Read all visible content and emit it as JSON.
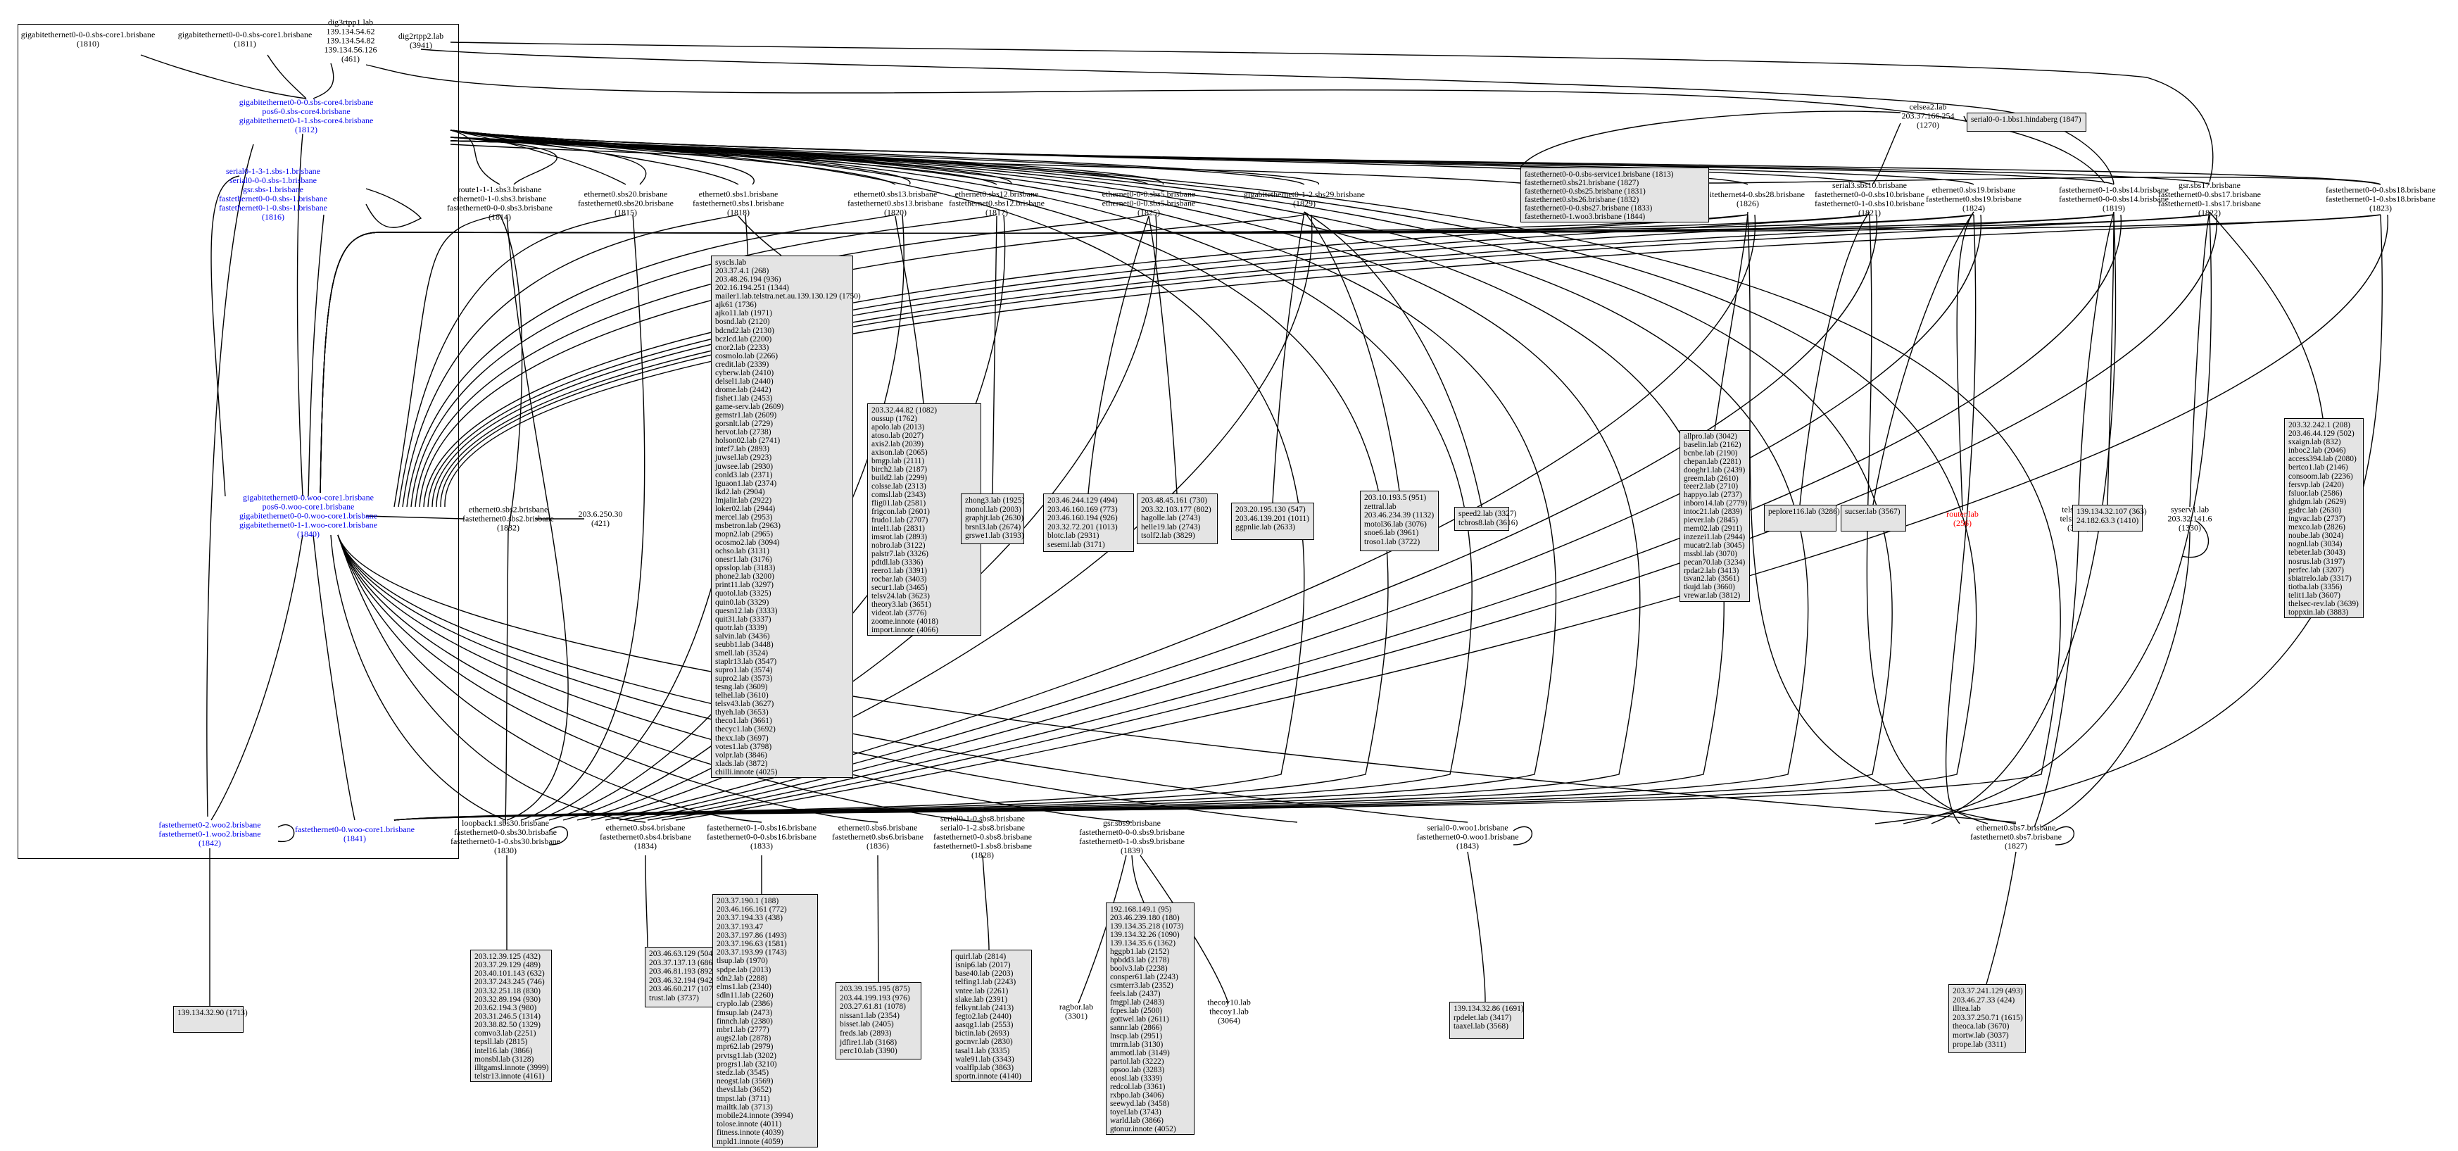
{
  "graph": {
    "host_nodes": {
      "n1810": [
        "gigabitethernet0-0-0.sbs-core1.brisbane",
        "(1810)"
      ],
      "n1811": [
        "gigabitethernet0-0-0.sbs-core1.brisbane",
        "(1811)"
      ],
      "n461": [
        "dig3rtpp1.lab",
        "139.134.54.62",
        "139.134.54.82",
        "139.134.56.126",
        "(461)"
      ],
      "n3941": [
        "dig2rtpp2.lab",
        "(3941)"
      ],
      "n1812": [
        "gigabitethernet0-0-0.sbs-core4.brisbane",
        "pos6-0.sbs-core4.brisbane",
        "gigabitethernet0-1-1.sbs-core4.brisbane",
        "(1812)"
      ],
      "n1816": [
        "serial0-1-3-1.sbs-1.brisbane",
        "serial0-0-0.sbs-1.brisbane",
        "gsr.sbs-1.brisbane",
        "fastethernet0-0-0.sbs-1.brisbane",
        "fastethernet0-1-0.sbs-1.brisbane",
        "(1816)"
      ],
      "n1814": [
        "route1-1-1.sbs3.brisbane",
        "ethernet0-1-0.sbs3.brisbane",
        "fastethernet0-0-0.sbs3.brisbane",
        "(1814)"
      ],
      "n1815": [
        "ethernet0.sbs20.brisbane",
        "fastethernet0.sbs20.brisbane",
        "(1815)"
      ],
      "n1818": [
        "ethernet0.sbs1.brisbane",
        "fastethernet0.sbs1.brisbane",
        "(1818)"
      ],
      "n1820": [
        "ethernet0.sbs13.brisbane",
        "fastethernet0.sbs13.brisbane",
        "(1820)"
      ],
      "n1817": [
        "ethernet0.sbs12.brisbane",
        "fastethernet0.sbs12.brisbane",
        "(1817)"
      ],
      "n1825": [
        "ethernet0-0-0.sbs5.brisbane",
        "ethernet0-0-0.sbs5.brisbane",
        "(1825)"
      ],
      "n1829": [
        "gigabitethernet0-1-2.sbs29.brisbane",
        "(1829)"
      ],
      "n1826": [
        "gigabitethernet4-0.sbs28.brisbane",
        "(1826)"
      ],
      "n1821": [
        "serial3.sbs10.brisbane",
        "fastethernet0-0-0.sbs10.brisbane",
        "fastethernet0-1-0.sbs10.brisbane",
        "(1821)"
      ],
      "n1824": [
        "ethernet0.sbs19.brisbane",
        "fastethernet0.sbs19.brisbane",
        "(1824)"
      ],
      "n1819": [
        "fastethernet0-1-0.sbs14.brisbane",
        "fastethernet0-0-0.sbs14.brisbane",
        "(1819)"
      ],
      "n1822": [
        "gsr.sbs17.brisbane",
        "fastethernet0-0.sbs17.brisbane",
        "fastethernet0-1.sbs17.brisbane",
        "(1822)"
      ],
      "n1823": [
        "fastethernet0-0-0.sbs18.brisbane",
        "fastethernet0-1-0.sbs18.brisbane",
        "(1823)"
      ],
      "n1270": [
        "celsea2.lab",
        "203.37.166.254",
        "(1270)"
      ],
      "n1840": [
        "gigabitethernet0-0.woo-core1.brisbane",
        "pos6-0.woo-core1.brisbane",
        "gigabitethernet0-0-0.woo-core1.brisbane",
        "gigabitethernet0-1-1.woo-core1.brisbane",
        "(1840)"
      ],
      "n1832": [
        "ethernet0.sbs2.brisbane",
        "fastethernet0.sbs2.brisbane",
        "(1832)"
      ],
      "n421": [
        "203.6.250.30",
        "(421)"
      ],
      "n1842": [
        "fastethernet0-2.woo2.brisbane",
        "fastethernet0-1.woo2.brisbane",
        "(1842)"
      ],
      "n1841": [
        "fastethernet0-0.woo-core1.brisbane",
        "(1841)"
      ],
      "n1830": [
        "loopback1.sbs30.brisbane",
        "fastethernet0-0.sbs30.brisbane",
        "fastethernet0-1-0.sbs30.brisbane",
        "(1830)"
      ],
      "n1834": [
        "ethernet0.sbs4.brisbane",
        "fastethernet0.sbs4.brisbane",
        "(1834)"
      ],
      "n1833": [
        "fastethernet0-1-0.sbs16.brisbane",
        "fastethernet0-0-0.sbs16.brisbane",
        "(1833)"
      ],
      "n1836": [
        "ethernet0.sbs6.brisbane",
        "fastethernet0.sbs6.brisbane",
        "(1836)"
      ],
      "n1828": [
        "serial0-1-0.sbs8.brisbane",
        "serial0-1-2.sbs8.brisbane",
        "fastethernet0-0.sbs8.brisbane",
        "fastethernet0-1.sbs8.brisbane",
        "(1828)"
      ],
      "n1839": [
        "gsr.sbs9.brisbane",
        "fastethernet0-0-0.sbs9.brisbane",
        "fastethernet0-1-0.sbs9.brisbane",
        "(1839)"
      ],
      "n1843": [
        "serial0-0.woo1.brisbane",
        "fastethernet0-0.woo1.brisbane",
        "(1843)"
      ],
      "n1827": [
        "ethernet0.sbs7.brisbane",
        "fastethernet0.sbs7.brisbane",
        "(1827)"
      ],
      "n3301": [
        "ragbor.lab",
        "(3301)"
      ],
      "n3064": [
        "thecoy10.lab",
        "thecoy1.lab",
        "(3064)"
      ],
      "n256": [
        "router.lab",
        "(256)"
      ],
      "n3613": [
        "telstr0.lab",
        "telstra0.lab",
        "(3613)"
      ],
      "n1330": [
        "syserv1.lab",
        "203.32.141.6",
        "(1330)"
      ]
    },
    "boxes": {
      "b1847": [
        "serial0-0-1.bbs1.hindaberg (1847)"
      ],
      "b1813": [
        "fastethernet0-0-0.sbs-service1.brisbane (1813)",
        "fastethernet0.sbs21.brisbane (1827)",
        "fastethernet0-0.sbs25.brisbane (1831)",
        "fastethernet0.sbs26.brisbane (1832)",
        "fastethernet0-0-0.sbs27.brisbane (1833)",
        "fastethernet0-1.woo3.brisbane (1844)"
      ],
      "bbig": [
        "syscls.lab",
        "203.37.4.1 (268)",
        "203.48.26.194 (936)",
        "202.16.194.251 (1344)",
        "mailer1.lab.telstra.net.au.139.130.129 (1750)",
        "ajk61 (1736)",
        "ajko11.lab (1971)",
        "bosnd.lab (2120)",
        "bdcnd2.lab (2130)",
        "bczlcd.lab (2200)",
        "cnor2.lab (2233)",
        "cosmolo.lab (2266)",
        "credit.lab (2339)",
        "cyberw.lab (2410)",
        "delsel1.lab (2440)",
        "drome.lab (2442)",
        "fishet1.lab (2453)",
        "game-serv.lab (2609)",
        "gemstr1.lab (2609)",
        "gorsnlt.lab (2729)",
        "hervot.lab (2738)",
        "holson02.lab (2741)",
        "intef7.lab (2893)",
        "juwsel.lab (2923)",
        "juwsee.lab (2930)",
        "conld3.lab (2371)",
        "lguaon1.lab (2374)",
        "lkd2.lab (2904)",
        "lmjalir.lab (2922)",
        "loker02.lab (2944)",
        "mercel.lab (2953)",
        "msbetron.lab (2963)",
        "mopn2.lab (2965)",
        "ocosmo2.lab (3094)",
        "ochso.lab (3131)",
        "onesr1.lab (3176)",
        "opsslop.lab (3183)",
        "phone2.lab (3200)",
        "print11.lab (3297)",
        "quotol.lab (3325)",
        "quin0.lab (3329)",
        "quesn12.lab (3333)",
        "quit31.lab (3337)",
        "quotr.lab (3339)",
        "salvin.lab (3436)",
        "seubb1.lab (3448)",
        "smell.lab (3524)",
        "staplr13.lab (3547)",
        "supro1.lab (3574)",
        "supro2.lab (3573)",
        "tesng.lab (3609)",
        "telhel.lab (3610)",
        "telsv43.lab (3627)",
        "thyeh.lab (3653)",
        "theco1.lab (3661)",
        "thecyc1.lab (3692)",
        "thexx.lab (3697)",
        "votes1.lab (3798)",
        "volpr.lab (3846)",
        "xlads.lab (3872)",
        "chilli.innote (4025)"
      ],
      "b2": [
        "203.32.44.82 (1082)",
        "oussup (1762)",
        "apolo.lab (2013)",
        "atoso.lab (2027)",
        "axis2.lab (2039)",
        "axison.lab (2065)",
        "bmgp.lab (2111)",
        "birch2.lab (2187)",
        "build2.lab (2299)",
        "colsse.lab (2313)",
        "comsl.lab (2343)",
        "flig01.lab (2581)",
        "frigcon.lab (2601)",
        "frudo1.lab (2707)",
        "intel1.lab (2831)",
        "imsrot.lab (2893)",
        "nobro.lab (3122)",
        "palstr7.lab (3326)",
        "pdtdl.lab (3336)",
        "reero1.lab (3391)",
        "rocbar.lab (3403)",
        "secur1.lab (3465)",
        "telsv24.lab (3623)",
        "theory3.lab (3651)",
        "videot.lab (3776)",
        "zoome.innote (4018)",
        "import.innote (4066)"
      ],
      "b3": [
        "zhong3.lab (1925)",
        "monol.lab (2003)",
        "graphjt.lab (2630)",
        "brsnl3.lab (2674)",
        "grswe1.lab (3193)"
      ],
      "b4": [
        "203.46.244.129 (494)",
        "203.46.160.169 (773)",
        "203.46.160.194 (926)",
        "203.32.72.201 (1013)",
        "blotc.lab (2931)",
        "sesemi.lab (3171)"
      ],
      "b5": [
        "203.48.45.161 (730)",
        "203.32.103.177 (802)",
        "hagolle.lab (2743)",
        "helle19.lab (2743)",
        "tsolf2.lab (3829)"
      ],
      "b6": [
        "203.20.195.130 (547)",
        "203.46.139.201 (1011)",
        "ggpnlie.lab (2633)"
      ],
      "b7": [
        "203.10.193.5 (951)",
        "zettral.lab",
        "203.46.234.39 (1132)",
        "motol36.lab (3076)",
        "snoe6.lab (3961)",
        "troso1.lab (3722)"
      ],
      "b8": [
        "speed2.lab (3327)",
        "tcbros8.lab (3616)"
      ],
      "b9": [
        "allpro.lab (3042)",
        "baselin.lab (2162)",
        "bcnbe.lab (2190)",
        "chepan.lab (2281)",
        "dooghr1.lab (2439)",
        "greem.lab (2610)",
        "teeer2.lab (2710)",
        "happyo.lab (2737)",
        "inboro14.lab (2779)",
        "intoc21.lab (2839)",
        "piever.lab (2845)",
        "mem02.lab (2911)",
        "inzezei1.lab (2944)",
        "mucatr2.lab (3045)",
        "mssbl.lab (3070)",
        "pecan70.lab (3234)",
        "rpdat2.lab (3413)",
        "tsvan2.lab (3561)",
        "tkujd.lab (3660)",
        "vrewar.lab (3812)"
      ],
      "b10": [
        "peplore116.lab (3286)"
      ],
      "b11": [
        "sucser.lab (3567)"
      ],
      "b12": [
        "139.134.32.107 (363)",
        "24.182.63.3 (1410)"
      ],
      "b13": [
        "203.32.242.1 (208)",
        "203.46.44.129 (502)",
        "sxaign.lab (832)",
        "inboc2.lab (2046)",
        "access394.lab (2080)",
        "bertco1.lab (2146)",
        "consoom.lab (2236)",
        "fersvp.lab (2420)",
        "fsluor.lab (2586)",
        "ghdgm.lab (2629)",
        "gsdrc.lab (2630)",
        "ingvac.lab (2737)",
        "mexco.lab (2826)",
        "noube.lab (3024)",
        "nognl.lab (3034)",
        "tebeter.lab (3043)",
        "nosrus.lab (3197)",
        "perfec.lab (3207)",
        "sbiatrelo.lab (3317)",
        "tiotba.lab (3356)",
        "telit1.lab (3607)",
        "thelsec-rev.lab (3639)",
        "toppxin.lab (3883)"
      ],
      "b14": [
        "139.134.32.90 (1713)"
      ],
      "b15": [
        "203.12.39.125 (432)",
        "203.37.29.129 (489)",
        "203.40.101.143 (632)",
        "203.37.243.245 (746)",
        "203.32.251.18 (830)",
        "203.32.89.194 (930)",
        "203.62.194.3 (980)",
        "203.31.246.5 (1314)",
        "203.38.82.50 (1329)",
        "comvo3.lab (2251)",
        "tepsll.lab (2815)",
        "intel16.lab (3866)",
        "monsbl.lab (3128)",
        "illtgamsl.innote (3999)",
        "telstr13.innote (4161)"
      ],
      "b16": [
        "203.46.63.129 (504)",
        "203.37.137.13 (686)",
        "203.46.81.193 (892)",
        "203.46.32.194 (942)",
        "203.46.60.217 (1071)",
        "trust.lab (3737)"
      ],
      "b17": [
        "203.37.190.1 (188)",
        "203.46.166.161 (772)",
        "203.37.194.33 (438)",
        "203.37.193.47",
        "203.37.197.86 (1493)",
        "203.37.196.63 (1581)",
        "203.37.193.99 (1743)",
        "tlsup.lab (1970)",
        "spdpe.lab (2013)",
        "sdn2.lab (2288)",
        "elms1.lab (2340)",
        "sdln11.lab (2260)",
        "cryplo.lab (2386)",
        "fmsup.lab (2473)",
        "finnch.lab (2380)",
        "mbr1.lab (2777)",
        "augs2.lab (2878)",
        "mpr62.lab (2979)",
        "prvtsg1.lab (3202)",
        "progrs1.lab (3210)",
        "stedz.lab (3545)",
        "neogst.lab (3569)",
        "thevsl.lab (3652)",
        "tmpst.lab (3711)",
        "mailtk.lab (3713)",
        "mobile24.innote (3994)",
        "tolose.innote (4011)",
        "fitness.innote (4039)",
        "mpld1.innote (4059)"
      ],
      "b18": [
        "203.39.195.195 (875)",
        "203.44.199.193 (976)",
        "203.27.61.81 (1078)",
        "nissan1.lab (2354)",
        "bisset.lab (2405)",
        "freds.lab (2893)",
        "jdfire1.lab (3168)",
        "perc10.lab (3390)"
      ],
      "b19": [
        "quirl.lab (2814)",
        "isnip6.lab (2017)",
        "base40.lab (2203)",
        "telfing1.lab (2243)",
        "vntee.lab (2261)",
        "slake.lab (2391)",
        "felkynt.lab (2413)",
        "fegto2.lab (2440)",
        "aasqg1.lab (2553)",
        "bictin.lab (2693)",
        "gocnvr.lab (2830)",
        "tasal1.lab (3335)",
        "wale91.lab (3343)",
        "voalflp.lab (3863)",
        "sportn.innote (4140)"
      ],
      "b20": [
        "192.168.149.1 (95)",
        "203.46.239.180 (180)",
        "139.134.35.218 (1073)",
        "139.134.32.26 (1090)",
        "139.134.35.6 (1362)",
        "hggpb1.lab (2152)",
        "hpbdd3.lab (2178)",
        "boolv3.lab (2238)",
        "consper61.lab (2243)",
        "csmterr3.lab (2352)",
        "feels.lab (2437)",
        "fmgpl.lab (2483)",
        "fcpes.lab (2500)",
        "gottwel.lab (2611)",
        "sannr.lab (2866)",
        "lnscp.lab (2951)",
        "tmrrn.lab (3130)",
        "ammotl.lab (3149)",
        "partol.lab (3222)",
        "opsoo.lab (3283)",
        "eoosl.lab (3339)",
        "redcol.lab (3361)",
        "rxbpo.lab (3406)",
        "seewyd.lab (3458)",
        "toyel.lab (3743)",
        "warld.lab (3866)",
        "gtonur.innote (4052)"
      ],
      "b21": [
        "139.134.32.86 (1691)",
        "rpdelet.lab (3417)",
        "taaxel.lab (3568)"
      ],
      "b22": [
        "203.37.241.129 (493)",
        "203.46.27.33 (424)",
        "illtea.lab",
        "203.37.250.71 (1615)",
        "theoca.lab (3670)",
        "mortw.lab (3037)",
        "prope.lab (3311)"
      ]
    }
  }
}
